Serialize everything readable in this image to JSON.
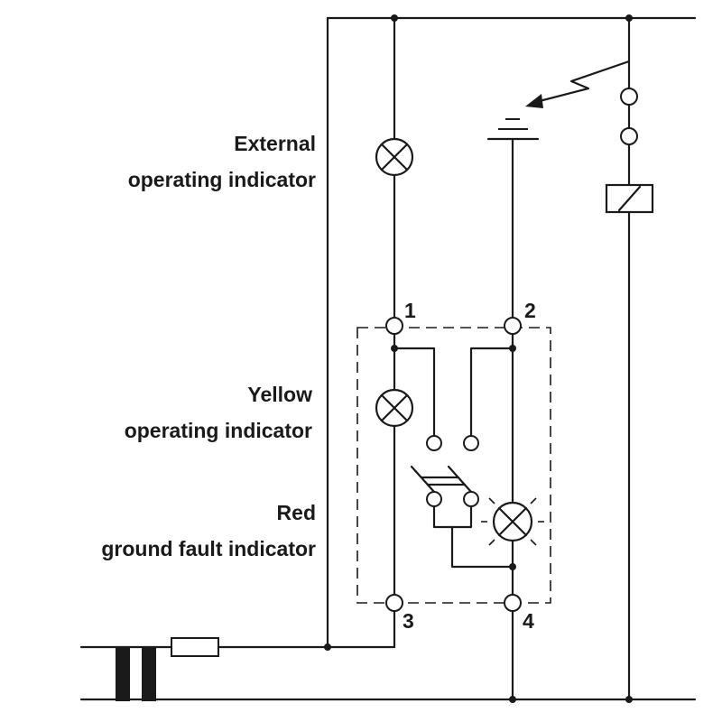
{
  "labels": {
    "external": [
      "External",
      "operating indicator"
    ],
    "yellow": [
      "Yellow",
      "operating indicator"
    ],
    "red": [
      "Red",
      "ground fault indicator"
    ]
  },
  "terminals": [
    "1",
    "2",
    "3",
    "4"
  ]
}
